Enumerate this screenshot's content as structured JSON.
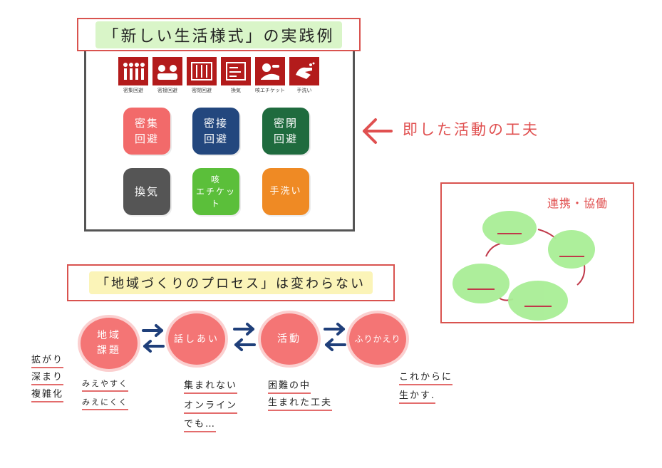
{
  "title": "「新しい生活様式」の実践例",
  "pictograms": [
    {
      "icon": "crowd-icon",
      "caption": "密集回避"
    },
    {
      "icon": "close-contact-icon",
      "caption": "密接回避"
    },
    {
      "icon": "closed-space-icon",
      "caption": "密閉回避"
    },
    {
      "icon": "ventilation-icon",
      "caption": "換気"
    },
    {
      "icon": "cough-etiquette-icon",
      "caption": "咳エチケット"
    },
    {
      "icon": "handwashing-icon",
      "caption": "手洗い"
    }
  ],
  "tiles": [
    {
      "line1": "密集",
      "line2": "回避"
    },
    {
      "line1": "密接",
      "line2": "回避"
    },
    {
      "line1": "密閉",
      "line2": "回避"
    },
    {
      "line1": "換気",
      "line2": ""
    },
    {
      "line1": "咳",
      "line2": "エチケット"
    },
    {
      "line1": "手洗い",
      "line2": ""
    }
  ],
  "side_label": "即した活動の工夫",
  "collab": {
    "title": "連携・協働"
  },
  "process": {
    "title": "「地域づくりのプロセス」は変わらない",
    "steps": [
      {
        "line1": "地域",
        "line2": "課題"
      },
      {
        "line1": "話しあい",
        "line2": ""
      },
      {
        "line1": "活動",
        "line2": ""
      },
      {
        "line1": "ふりかえり",
        "line2": ""
      }
    ]
  },
  "notes": {
    "left_list": [
      "拡がり",
      "深まり",
      "複雑化"
    ],
    "step1": [
      "みえやすく",
      "みえにくく"
    ],
    "step2": [
      "集まれない",
      "オンライン",
      "でも…"
    ],
    "step3": [
      "困難の中",
      "生まれた工夫"
    ],
    "step4": [
      "これからに",
      "生かす."
    ]
  },
  "colors": {
    "accent_red": "#d9534f",
    "tile_pink": "#f26a6a",
    "tile_navy": "#23477e",
    "tile_green": "#1f6b3e",
    "tile_gray": "#555555",
    "tile_lime": "#5bbf3a",
    "tile_orange": "#ef8a24",
    "pictogram_red": "#b31b1b",
    "bubble_green": "#a9ee96",
    "arrow_blue": "#1f3f7a"
  }
}
